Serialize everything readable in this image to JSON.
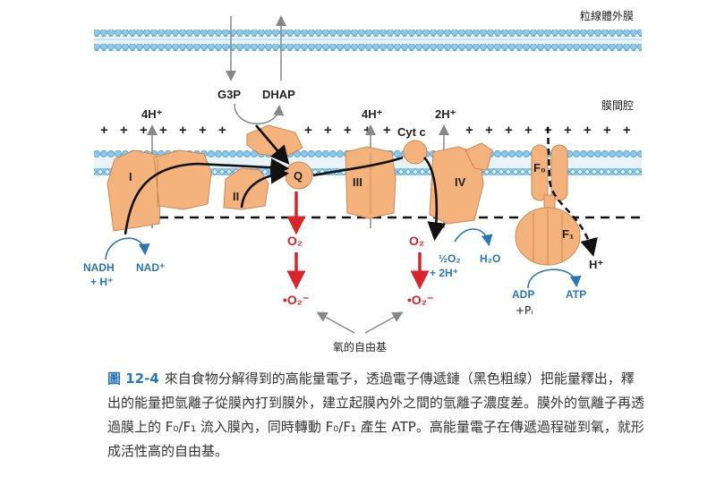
{
  "diagram": {
    "outer_membrane_label": "粒線體外膜",
    "intermembrane_label": "膜間腔",
    "g3p": "G3P",
    "dhap": "DHAP",
    "h_pump_1": "4H⁺",
    "h_pump_3": "4H⁺",
    "h_pump_4": "2H⁺",
    "cytc": "Cyt c",
    "complex_1": "I",
    "complex_2": "II",
    "complex_q": "Q",
    "complex_3": "III",
    "complex_4": "IV",
    "f0": "F₀",
    "f1": "F₁",
    "nadh": "NADH",
    "nadh_h": "+ H⁺",
    "nad": "NAD⁺",
    "o2_a": "O₂",
    "o2_b": "O₂",
    "radical_a": "•O₂⁻",
    "radical_b": "•O₂⁻",
    "half_o2": "½O₂",
    "plus_2h": "+ 2H⁺",
    "h2o": "H₂O",
    "adp": "ADP",
    "pi": "+Pᵢ",
    "atp": "ATP",
    "h_out": "H⁺",
    "radical_label": "氧的自由基",
    "plus_sign": "+"
  },
  "caption": {
    "figure_number": "圖 12-4",
    "text": "來自食物分解得到的高能量電子，透過電子傳遞鏈（黑色粗線）把能量釋出，釋出的能量把氫離子從膜內打到膜外，建立起膜內外之間的氫離子濃度差。膜外的氫離子再透過膜上的 F₀/F₁ 流入膜內，同時轉動 F₀/F₁ 產生 ATP。高能量電子在傳遞過程碰到氧，就形成活性高的自由基。"
  },
  "colors": {
    "membrane_head": "#8cc8ec",
    "protein": "#f4b27c",
    "protein_stroke": "#c98a52",
    "electron_path": "#111111",
    "radical_red": "#d7262b",
    "accent_blue": "#2a76b6"
  }
}
